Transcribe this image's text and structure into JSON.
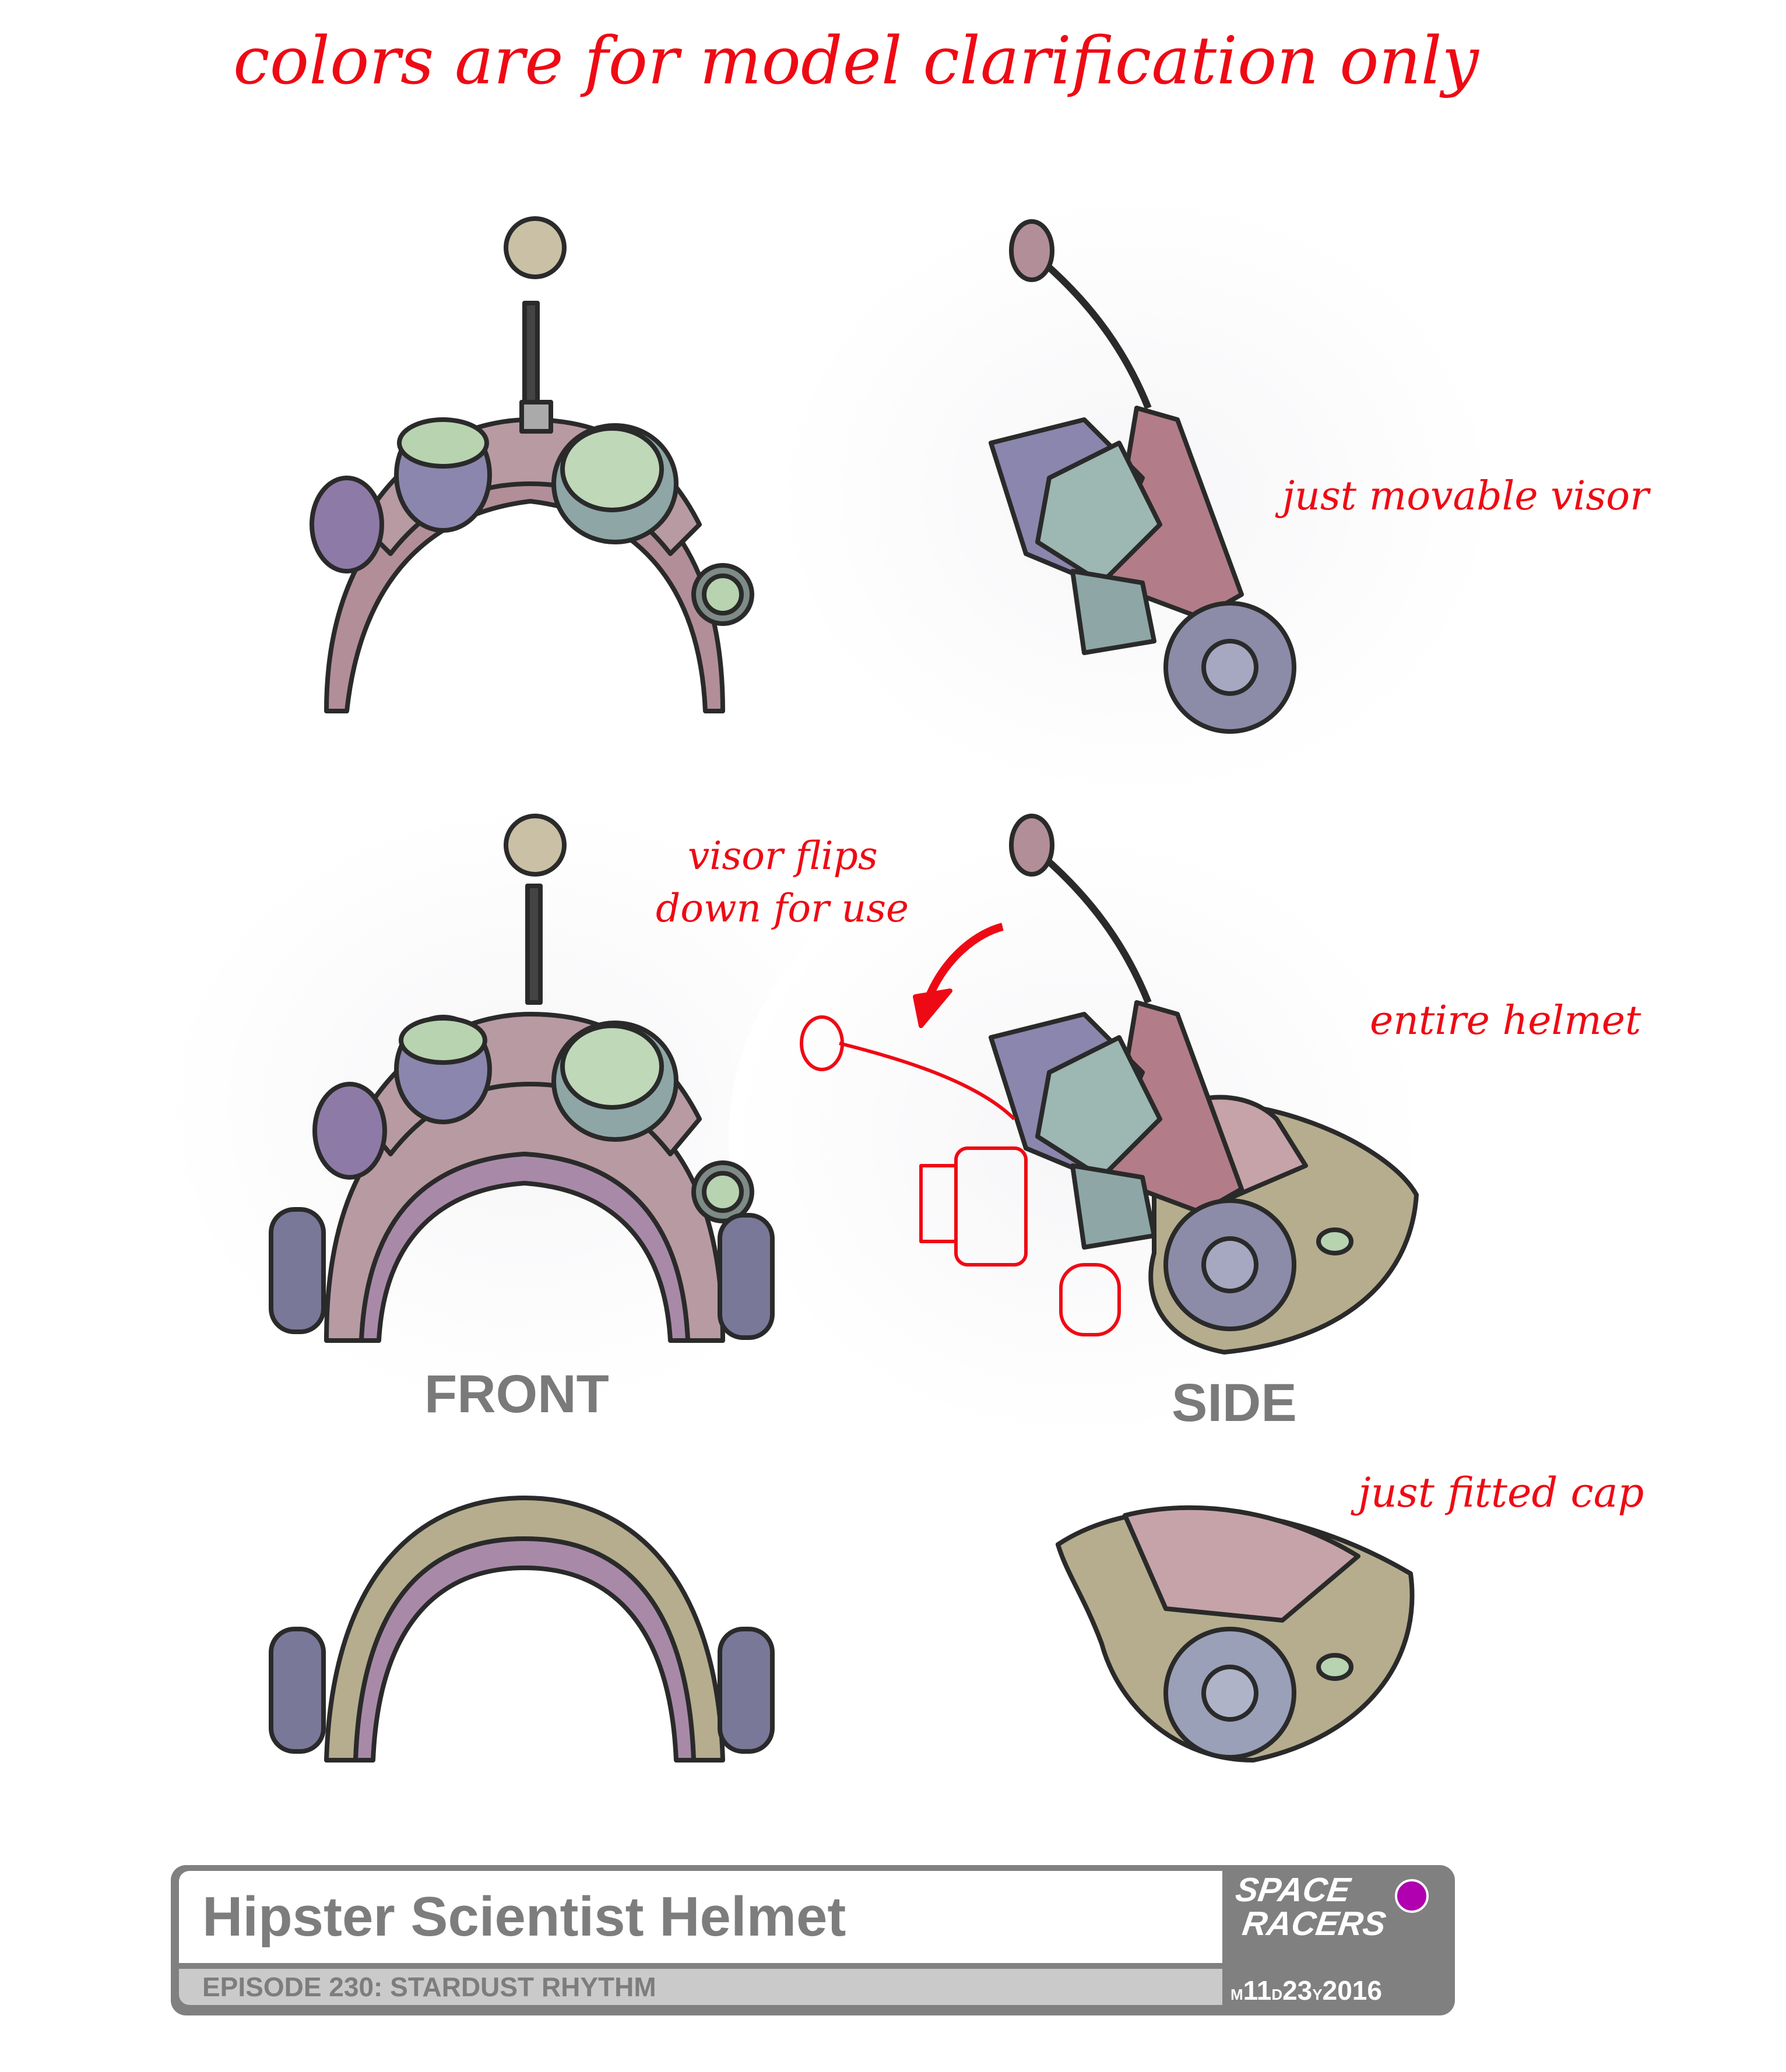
{
  "header_note": "colors are for model clarification only",
  "notes": {
    "visor": "just movable visor",
    "flip_line1": "visor flips",
    "flip_line2": "down for use",
    "helmet": "entire helmet",
    "cap": "just fitted cap"
  },
  "labels": {
    "front": "FRONT",
    "side": "SIDE"
  },
  "title_block": {
    "title": "Hipster Scientist Helmet",
    "episode": "EPISODE 230: STARDUST RHYTHM",
    "logo_line1": "SPACE",
    "logo_line2": "RACERS",
    "date_m_prefix": "M",
    "date_month": "11",
    "date_d_prefix": "D",
    "date_day": "23",
    "date_y_prefix": "Y",
    "date_year": "2016"
  },
  "colors": {
    "annotation": "#ee0a14",
    "label_gray": "#7a7a7a",
    "block_gray": "#808080",
    "status_dot": "#b000b0"
  }
}
